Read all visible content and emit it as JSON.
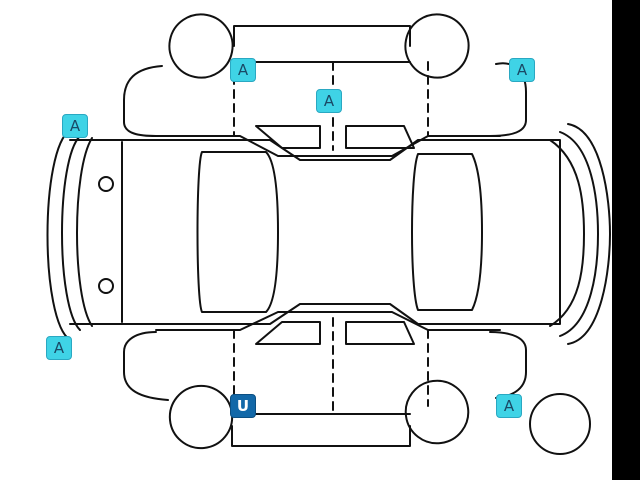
{
  "diagram": {
    "markers": [
      {
        "id": "front-left-wheel",
        "code": "A",
        "style": "a"
      },
      {
        "id": "roof-center",
        "code": "A",
        "style": "a"
      },
      {
        "id": "front-right-wheel",
        "code": "A",
        "style": "a"
      },
      {
        "id": "rear-left-bumper",
        "code": "A",
        "style": "a"
      },
      {
        "id": "front-left-bumper",
        "code": "A",
        "style": "a"
      },
      {
        "id": "left-side-lower",
        "code": "U",
        "style": "u"
      },
      {
        "id": "right-rear-wheel",
        "code": "A",
        "style": "a"
      }
    ]
  }
}
